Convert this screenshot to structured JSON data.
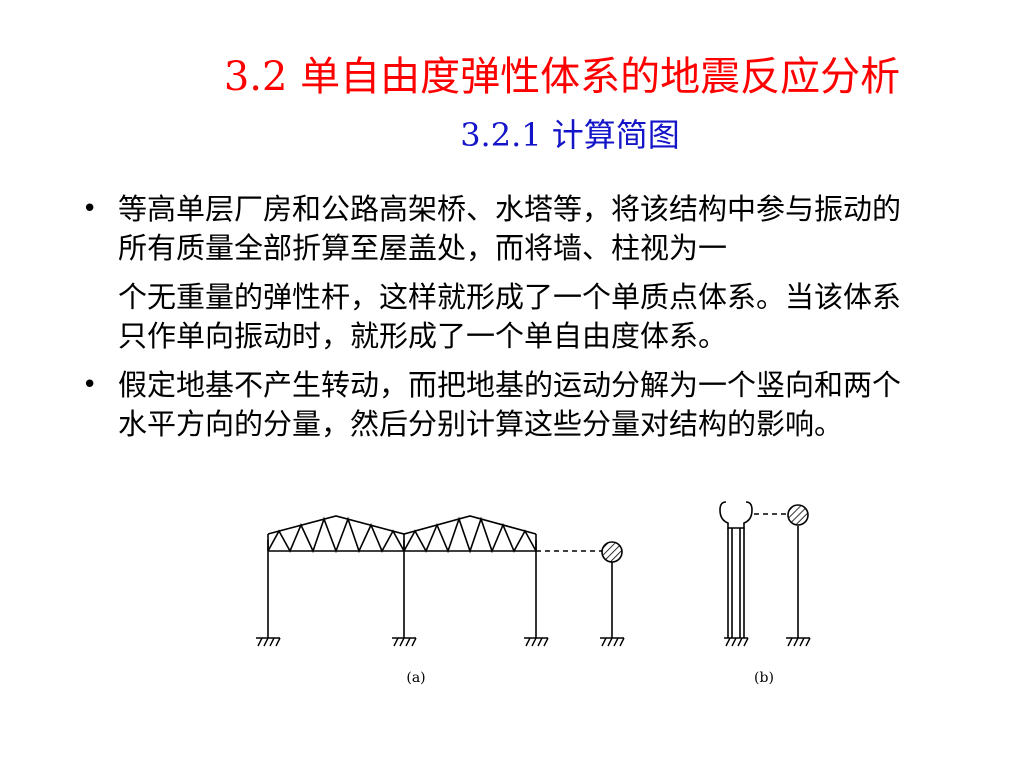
{
  "slide": {
    "title": "3.2 单自由度弹性体系的地震反应分析",
    "subtitle": "3.2.1  计算简图",
    "bullets": [
      {
        "symbol": "•",
        "line1": "等高单层厂房和公路高架桥、水塔等，将该结构中参与振动的所有质量全部折算至屋盖处，而将墙、柱视为一",
        "line2": "个无重量的弹性杆，这样就形成了一个单质点体系。当该体系只作单向振动时，就形成了一个单自由度体系。"
      },
      {
        "symbol": "•",
        "line1": "假定地基不产生转动，而把地基的运动分解为一个竖向和两个水平方向的分量，然后分别计算这些分量对结构的影响。"
      }
    ],
    "figure": {
      "label_a": "(a)",
      "label_b": "(b)",
      "colors": {
        "line": "#000000",
        "background": "#ffffff"
      }
    }
  }
}
